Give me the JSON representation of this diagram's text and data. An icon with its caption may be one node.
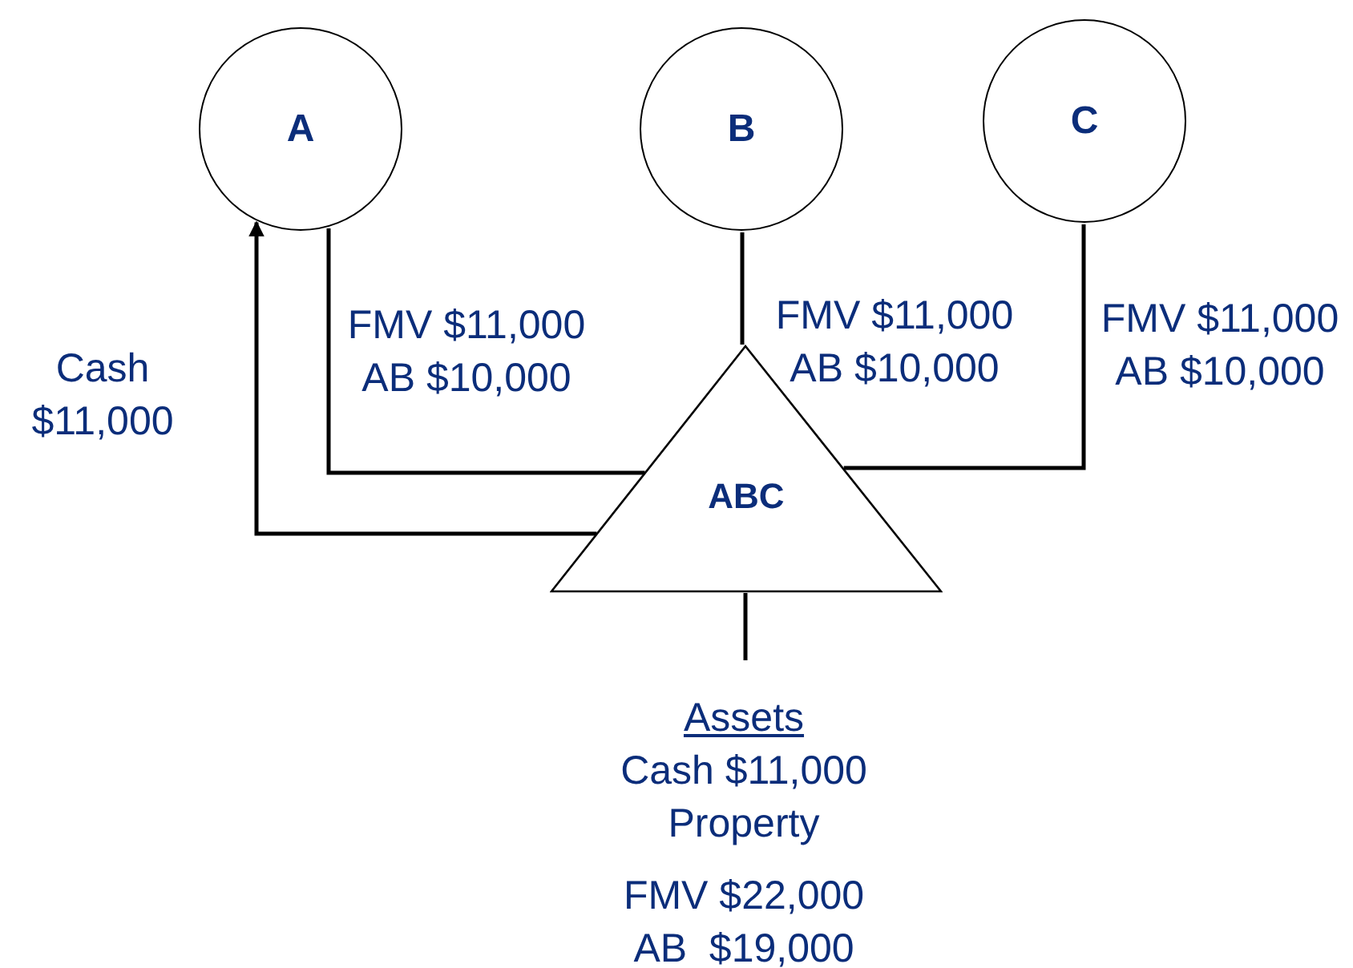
{
  "diagram": {
    "nodes": [
      {
        "text": [
          "A"
        ]
      },
      {
        "text": [
          "B"
        ]
      },
      {
        "text": [
          "C"
        ]
      },
      {
        "text": [
          "ABC"
        ]
      },
      {
        "text": [
          "Assets",
          "Cash $11,000",
          "Property",
          "FMV $22,000",
          "AB  $19,000"
        ]
      }
    ],
    "edges": [
      {
        "from": 0,
        "to": 3,
        "arrow": "none",
        "label": "FMV $11,000 AB $10,000"
      },
      {
        "from": 3,
        "to": 0,
        "arrow": "to",
        "label": "Cash $11,000"
      },
      {
        "from": 1,
        "to": 3,
        "arrow": "none",
        "label": "FMV $11,000 AB $10,000"
      },
      {
        "from": 2,
        "to": 3,
        "arrow": "none",
        "label": "FMV $11,000 AB $10,000"
      },
      {
        "from": 3,
        "to": 4,
        "arrow": "none"
      }
    ]
  }
}
